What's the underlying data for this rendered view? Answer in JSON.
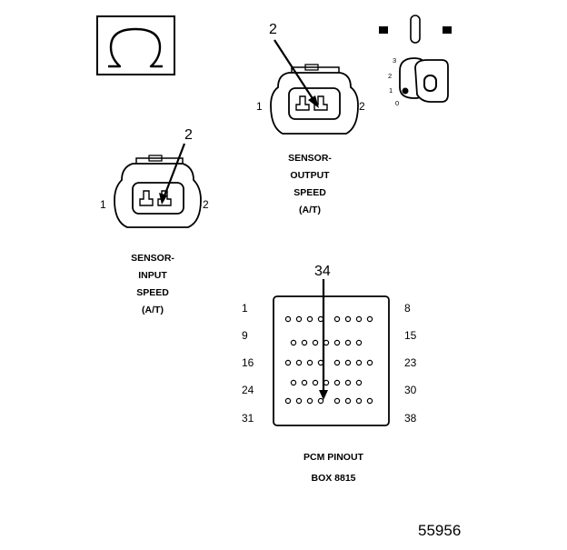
{
  "symbols": {
    "ohm": "Ω",
    "key_positions": [
      "3",
      "2",
      "1",
      "0"
    ]
  },
  "output_sensor": {
    "callout": "2",
    "pin_left": "1",
    "pin_right": "2",
    "caption": [
      "SENSOR-",
      "OUTPUT",
      "SPEED",
      "(A/T)"
    ]
  },
  "input_sensor": {
    "callout": "2",
    "pin_left": "1",
    "pin_right": "2",
    "caption": [
      "SENSOR-",
      "INPUT",
      "SPEED",
      "(A/T)"
    ]
  },
  "pcm": {
    "callout": "34",
    "left_labels": [
      "1",
      "9",
      "16",
      "24",
      "31"
    ],
    "right_labels": [
      "8",
      "15",
      "23",
      "30",
      "38"
    ],
    "caption": [
      "PCM PINOUT",
      "BOX 8815"
    ]
  },
  "figure_number": "55956"
}
